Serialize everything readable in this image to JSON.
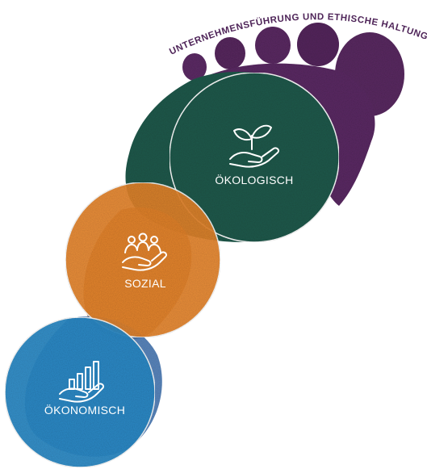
{
  "header": {
    "arc_title": "UNTERNEHMENSFÜHRUNG UND ETHISCHE HALTUNG"
  },
  "circles": [
    {
      "id": "oekologisch",
      "label": "ÖKOLOGISCH",
      "icon": "hand-with-plant-icon",
      "color": "#1f5a4c"
    },
    {
      "id": "sozial",
      "label": "SOZIAL",
      "icon": "hand-with-people-icon",
      "color": "#e8852a"
    },
    {
      "id": "oekonomisch",
      "label": "ÖKONOMISCH",
      "icon": "hand-with-bar-chart-icon",
      "color": "#2a8bc8"
    }
  ],
  "colors": {
    "footprint_purple": "#5a2a62",
    "footprint_green": "#1e5b4c",
    "footprint_orange": "#b8682a",
    "footprint_blue": "#3d74b5"
  }
}
